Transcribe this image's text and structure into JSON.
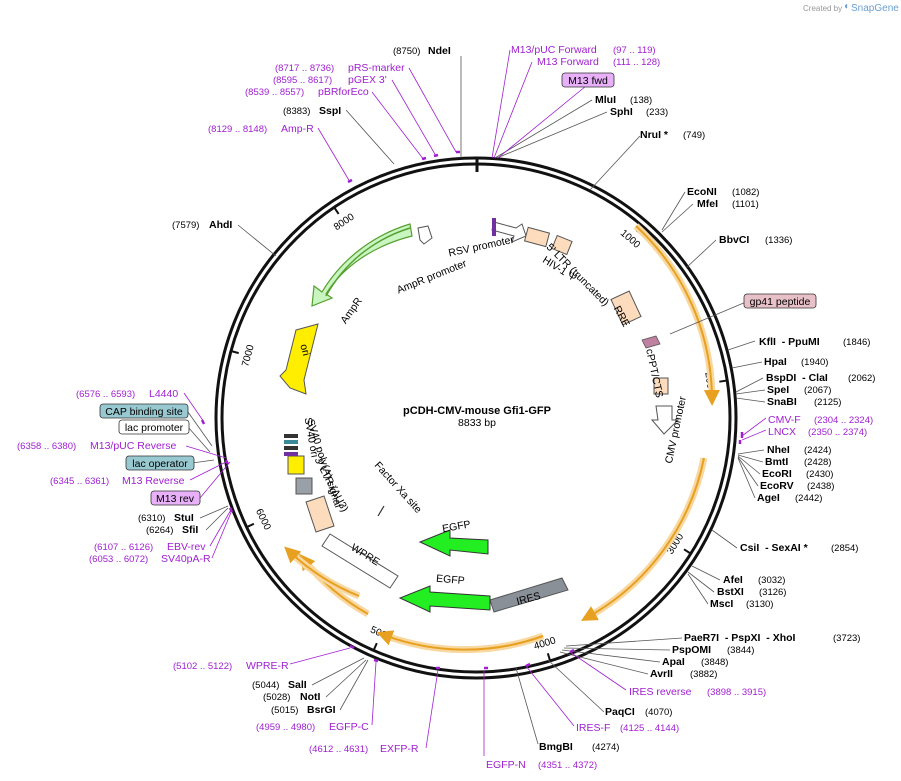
{
  "credit": {
    "created_by": "Created by",
    "brand": "SnapGene"
  },
  "map": {
    "title": "pCDH-CMV-mouse Gfi1-GFP",
    "size": "8833 bp"
  },
  "ticks": [
    {
      "label": "1000",
      "bp": 1000
    },
    {
      "label": "2000",
      "bp": 2000
    },
    {
      "label": "3000",
      "bp": 3000
    },
    {
      "label": "4000",
      "bp": 4000
    },
    {
      "label": "5000",
      "bp": 5000
    },
    {
      "label": "6000",
      "bp": 6000
    },
    {
      "label": "7000",
      "bp": 7000
    },
    {
      "label": "8000",
      "bp": 8000
    }
  ],
  "enzymes": [
    {
      "name": "NdeI",
      "pos": "(8750)"
    },
    {
      "name": "MluI",
      "pos": "(138)"
    },
    {
      "name": "SphI",
      "pos": "(233)"
    },
    {
      "name": "NruI *",
      "pos": "(749)"
    },
    {
      "name": "EcoNI",
      "pos": "(1082)"
    },
    {
      "name": "MfeI",
      "pos": "(1101)"
    },
    {
      "name": "BbvCI",
      "pos": "(1336)"
    },
    {
      "name": "KflI  - PpuMI",
      "pos": "(1846)"
    },
    {
      "name": "HpaI",
      "pos": "(1940)"
    },
    {
      "name": "BspDI  - ClaI",
      "pos": "(2062)"
    },
    {
      "name": "SpeI",
      "pos": "(2067)"
    },
    {
      "name": "SnaBI",
      "pos": "(2125)"
    },
    {
      "name": "NheI",
      "pos": "(2424)"
    },
    {
      "name": "BmtI",
      "pos": "(2428)"
    },
    {
      "name": "EcoRI",
      "pos": "(2430)"
    },
    {
      "name": "EcoRV",
      "pos": "(2438)"
    },
    {
      "name": "AgeI",
      "pos": "(2442)"
    },
    {
      "name": "CsiI  - SexAI *",
      "pos": "(2854)"
    },
    {
      "name": "AfeI",
      "pos": "(3032)"
    },
    {
      "name": "BstXI",
      "pos": "(3126)"
    },
    {
      "name": "MscI",
      "pos": "(3130)"
    },
    {
      "name": "PaeR7I  - PspXI  - XhoI",
      "pos": "(3723)"
    },
    {
      "name": "PspOMI",
      "pos": "(3844)"
    },
    {
      "name": "ApaI",
      "pos": "(3848)"
    },
    {
      "name": "AvrII",
      "pos": "(3882)"
    },
    {
      "name": "PaqCI",
      "pos": "(4070)"
    },
    {
      "name": "BmgBI",
      "pos": "(4274)"
    },
    {
      "name": "BsrGI",
      "pos": "(5015)"
    },
    {
      "name": "NotI",
      "pos": "(5028)"
    },
    {
      "name": "SalI",
      "pos": "(5044)"
    },
    {
      "name": "SfiI",
      "pos": "(6264)"
    },
    {
      "name": "StuI",
      "pos": "(6310)"
    },
    {
      "name": "AhdI",
      "pos": "(7579)"
    },
    {
      "name": "SspI",
      "pos": "(8383)"
    }
  ],
  "primers": [
    {
      "name": "M13/pUC Forward",
      "pos": "(97 .. 119)"
    },
    {
      "name": "M13 Forward",
      "pos": "(111 .. 128)"
    },
    {
      "name": "pRS-marker",
      "pos": "(8717 .. 8736)"
    },
    {
      "name": "pGEX 3'",
      "pos": "(8595 .. 8617)"
    },
    {
      "name": "pBRforEco",
      "pos": "(8539 .. 8557)"
    },
    {
      "name": "Amp-R",
      "pos": "(8129 .. 8148)"
    },
    {
      "name": "LNCX",
      "pos": "(2350 .. 2374)"
    },
    {
      "name": "CMV-F",
      "pos": "(2304 .. 2324)"
    },
    {
      "name": "IRES reverse",
      "pos": "(3898 .. 3915)"
    },
    {
      "name": "IRES-F",
      "pos": "(4125 .. 4144)"
    },
    {
      "name": "EGFP-N",
      "pos": "(4351 .. 4372)"
    },
    {
      "name": "EXFP-R",
      "pos": "(4612 .. 4631)"
    },
    {
      "name": "EGFP-C",
      "pos": "(4959 .. 4980)"
    },
    {
      "name": "WPRE-R",
      "pos": "(5102 .. 5122)"
    },
    {
      "name": "SV40pA-R",
      "pos": "(6053 .. 6072)"
    },
    {
      "name": "EBV-rev",
      "pos": "(6107 .. 6126)"
    },
    {
      "name": "M13 Reverse",
      "pos": "(6345 .. 6361)"
    },
    {
      "name": "M13/pUC Reverse",
      "pos": "(6358 .. 6380)"
    },
    {
      "name": "L4440",
      "pos": "(6576 .. 6593)"
    }
  ],
  "boxed_features": [
    {
      "name": "M13 fwd"
    },
    {
      "name": "gp41 peptide"
    },
    {
      "name": "CAP binding site"
    },
    {
      "name": "lac promoter"
    },
    {
      "name": "lac operator"
    },
    {
      "name": "M13 rev"
    }
  ],
  "inner_features": [
    {
      "name": "RSV promoter"
    },
    {
      "name": "HIV-1 Ψ"
    },
    {
      "name": "5' LTR (truncated)"
    },
    {
      "name": "RRE"
    },
    {
      "name": "cPPT/CTS"
    },
    {
      "name": "CMV promoter"
    },
    {
      "name": "IRES"
    },
    {
      "name": "EGFP"
    },
    {
      "name": "EGFP"
    },
    {
      "name": "Factor Xa site"
    },
    {
      "name": "WPRE"
    },
    {
      "name": "3' LTR (ΔU3)"
    },
    {
      "name": "SV40 poly(A) signal"
    },
    {
      "name": "SV40 ori"
    },
    {
      "name": "ori"
    },
    {
      "name": "AmpR"
    },
    {
      "name": "AmpR promoter"
    }
  ],
  "colors": {
    "backbone": "#111111",
    "enzyme_label": "#000000",
    "primer": "#a020d0",
    "orf_ring": "#e8a020",
    "orf_glow": "#f8d8a0",
    "egfp": "#22ee22",
    "ampr": "#c8f5c0",
    "ori": "#ffee00",
    "ires": "#8a9098",
    "ltr": "#fcdcbc",
    "cap": "#98c8d0",
    "m13": "#e8b0f8",
    "gp41": "#e8c0c8"
  }
}
